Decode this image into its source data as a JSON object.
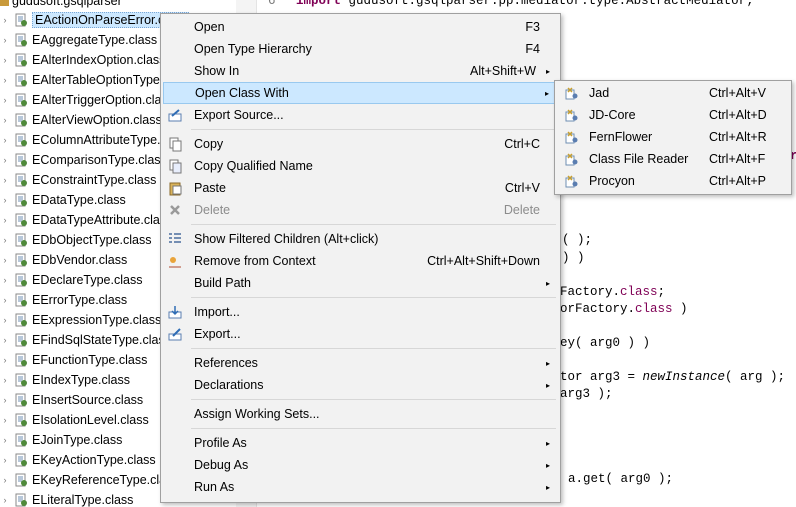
{
  "tree": {
    "package": "gudusoft.gsqlparser",
    "items": [
      {
        "label": "EActionOnParseError.class",
        "selected": true
      },
      {
        "label": "EAggregateType.class"
      },
      {
        "label": "EAlterIndexOption.class"
      },
      {
        "label": "EAlterTableOptionType.class"
      },
      {
        "label": "EAlterTriggerOption.class"
      },
      {
        "label": "EAlterViewOption.class"
      },
      {
        "label": "EColumnAttributeType.class"
      },
      {
        "label": "EComparisonType.class"
      },
      {
        "label": "EConstraintType.class"
      },
      {
        "label": "EDataType.class"
      },
      {
        "label": "EDataTypeAttribute.class"
      },
      {
        "label": "EDbObjectType.class"
      },
      {
        "label": "EDbVendor.class"
      },
      {
        "label": "EDeclareType.class"
      },
      {
        "label": "EErrorType.class"
      },
      {
        "label": "EExpressionType.class"
      },
      {
        "label": "EFindSqlStateType.class"
      },
      {
        "label": "EFunctionType.class"
      },
      {
        "label": "EIndexType.class"
      },
      {
        "label": "EInsertSource.class"
      },
      {
        "label": "EIsolationLevel.class"
      },
      {
        "label": "EJoinType.class"
      },
      {
        "label": "EKeyActionType.class"
      },
      {
        "label": "EKeyReferenceType.class"
      },
      {
        "label": "ELiteralType.class"
      }
    ]
  },
  "editor": {
    "line_number": "6",
    "import_kw": "import",
    "import_rest": "gudusoft.gsqlparser.pp.mediator.type.AbstractMediator;",
    "frag_r": "r",
    "frag_close1": "( );",
    "frag_close2": ") )",
    "frag_factory": "Factory.",
    "frag_class1": "class",
    "frag_semicolon": ";",
    "frag_orfactory": "orFactory.",
    "frag_class2": "class",
    "frag_paren": " )",
    "frag_ey": "ey( arg0 ) )",
    "frag_tor": "tor arg3 = ",
    "frag_newinstance": "newInstance",
    "frag_tor_rest": "( arg );",
    "frag_arg3": "arg3 );",
    "frag_get": "a.get( arg0 );"
  },
  "context_menu": {
    "items": [
      {
        "label": "Open",
        "accel": "F3",
        "icon": ""
      },
      {
        "label": "Open Type Hierarchy",
        "accel": "F4",
        "icon": ""
      },
      {
        "label": "Show In",
        "accel": "Alt+Shift+W",
        "submenu": true,
        "icon": ""
      },
      {
        "label": "Open Class With",
        "accel": "",
        "submenu": true,
        "highlighted": true,
        "icon": ""
      },
      {
        "label": "Export Source...",
        "accel": "",
        "icon": "export-icon"
      },
      {
        "label": "Copy",
        "accel": "Ctrl+C",
        "icon": "copy-icon"
      },
      {
        "label": "Copy Qualified Name",
        "accel": "",
        "icon": "copy-qualified-icon"
      },
      {
        "label": "Paste",
        "accel": "Ctrl+V",
        "icon": "paste-icon"
      },
      {
        "label": "Delete",
        "accel": "Delete",
        "disabled": true,
        "icon": "delete-icon"
      },
      {
        "label": "Show Filtered Children (Alt+click)",
        "accel": "",
        "icon": "filter-icon"
      },
      {
        "label": "Remove from Context",
        "accel": "Ctrl+Alt+Shift+Down",
        "icon": "remove-context-icon"
      },
      {
        "label": "Build Path",
        "accel": "",
        "submenu": true,
        "icon": ""
      },
      {
        "label": "Import...",
        "accel": "",
        "icon": "import-icon"
      },
      {
        "label": "Export...",
        "accel": "",
        "icon": "export-wizard-icon"
      },
      {
        "label": "References",
        "accel": "",
        "submenu": true,
        "icon": ""
      },
      {
        "label": "Declarations",
        "accel": "",
        "submenu": true,
        "icon": ""
      },
      {
        "label": "Assign Working Sets...",
        "accel": "",
        "icon": ""
      },
      {
        "label": "Profile As",
        "accel": "",
        "submenu": true,
        "icon": ""
      },
      {
        "label": "Debug As",
        "accel": "",
        "submenu": true,
        "icon": ""
      },
      {
        "label": "Run As",
        "accel": "",
        "submenu": true,
        "icon": ""
      }
    ],
    "submenu_arrow": "▸"
  },
  "submenu": {
    "items": [
      {
        "label": "Jad",
        "accel": "Ctrl+Alt+V"
      },
      {
        "label": "JD-Core",
        "accel": "Ctrl+Alt+D"
      },
      {
        "label": "FernFlower",
        "accel": "Ctrl+Alt+R"
      },
      {
        "label": "Class File Reader",
        "accel": "Ctrl+Alt+F"
      },
      {
        "label": "Procyon",
        "accel": "Ctrl+Alt+P"
      }
    ]
  },
  "colors": {
    "highlight": "#cce8ff",
    "menu_bg": "#f2f2f2",
    "keyword": "#7f0055"
  }
}
